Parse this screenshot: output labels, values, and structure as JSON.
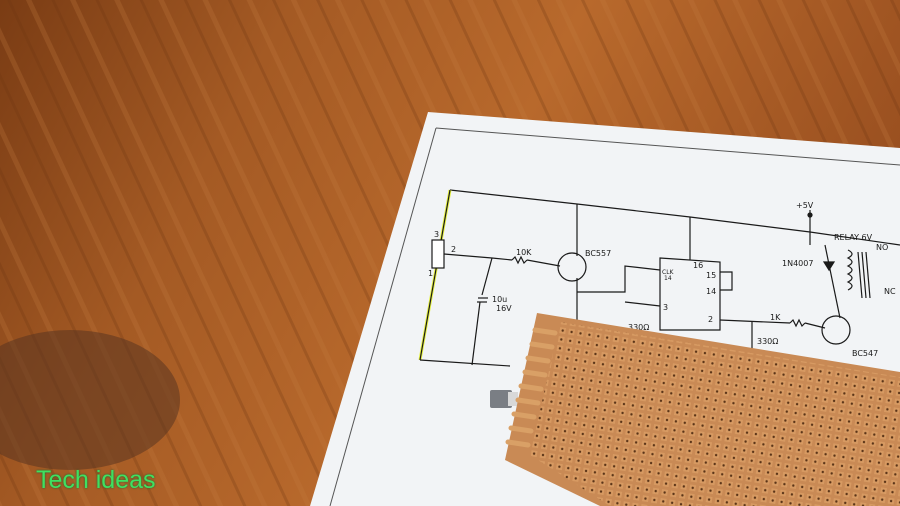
{
  "watermark": "Tech ideas",
  "colors": {
    "wood": "#9c531f",
    "paper": "#f2f4f6",
    "perfboard": "#c98a55",
    "highlight": "#e6f23a",
    "watermark": "#3fe060"
  },
  "schematic": {
    "supply": "+5V",
    "relay": "RELAY 6V",
    "no": "NO",
    "nc": "NC",
    "diode": "1N4007",
    "r1": "10K",
    "q1": "BC557",
    "c1": "10u",
    "c1_voltage": "16V",
    "r2": "330Ω",
    "r3": "330Ω",
    "r4": "1K",
    "q2": "BC547",
    "ic_clk": "CLK",
    "pin14a": "14",
    "pin16": "16",
    "pin15": "15",
    "pin14": "14",
    "pin3": "3",
    "pin2": "2",
    "pot_pin3": "3",
    "pot_pin2": "2",
    "pot_pin1": "1"
  }
}
